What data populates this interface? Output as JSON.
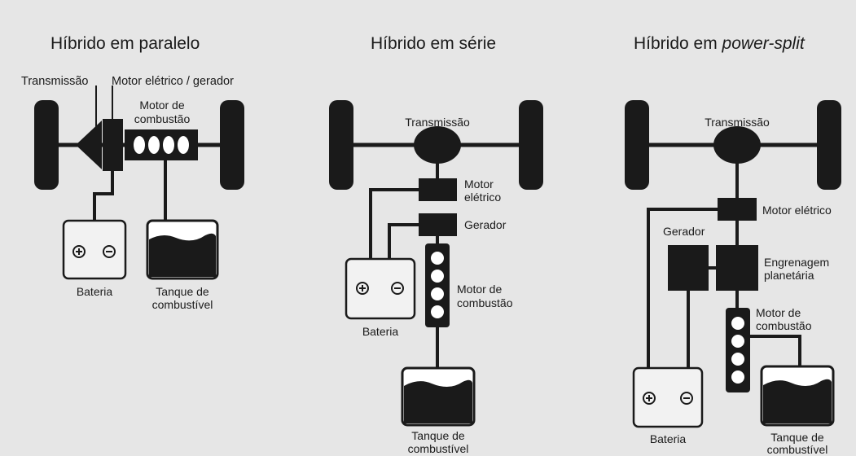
{
  "panels": {
    "parallel": {
      "title": "Híbrido em paralelo",
      "transmission": "Transmissão",
      "electric_motor_generator": "Motor elétrico / gerador",
      "engine_line1": "Motor de",
      "engine_line2": "combustão",
      "battery": "Bateria",
      "fuel_tank_line1": "Tanque de",
      "fuel_tank_line2": "combustível"
    },
    "series": {
      "title": "Híbrido em série",
      "transmission": "Transmissão",
      "electric_motor_line1": "Motor",
      "electric_motor_line2": "elétrico",
      "generator": "Gerador",
      "engine_line1": "Motor de",
      "engine_line2": "combustão",
      "battery": "Bateria",
      "fuel_tank_line1": "Tanque de",
      "fuel_tank_line2": "combustível"
    },
    "power_split": {
      "title_main": "Híbrido em ",
      "title_italic": "power-split",
      "transmission": "Transmissão",
      "electric_motor": "Motor elétrico",
      "generator": "Gerador",
      "planetary_gear_line1": "Engrenagem",
      "planetary_gear_line2": "planetária",
      "engine_line1": "Motor de",
      "engine_line2": "combustão",
      "battery": "Bateria",
      "fuel_tank_line1": "Tanque de",
      "fuel_tank_line2": "combustível"
    }
  },
  "colors": {
    "background": "#e6e6e6",
    "ink": "#1a1a1a",
    "battery_fill": "#f2f2f2"
  }
}
